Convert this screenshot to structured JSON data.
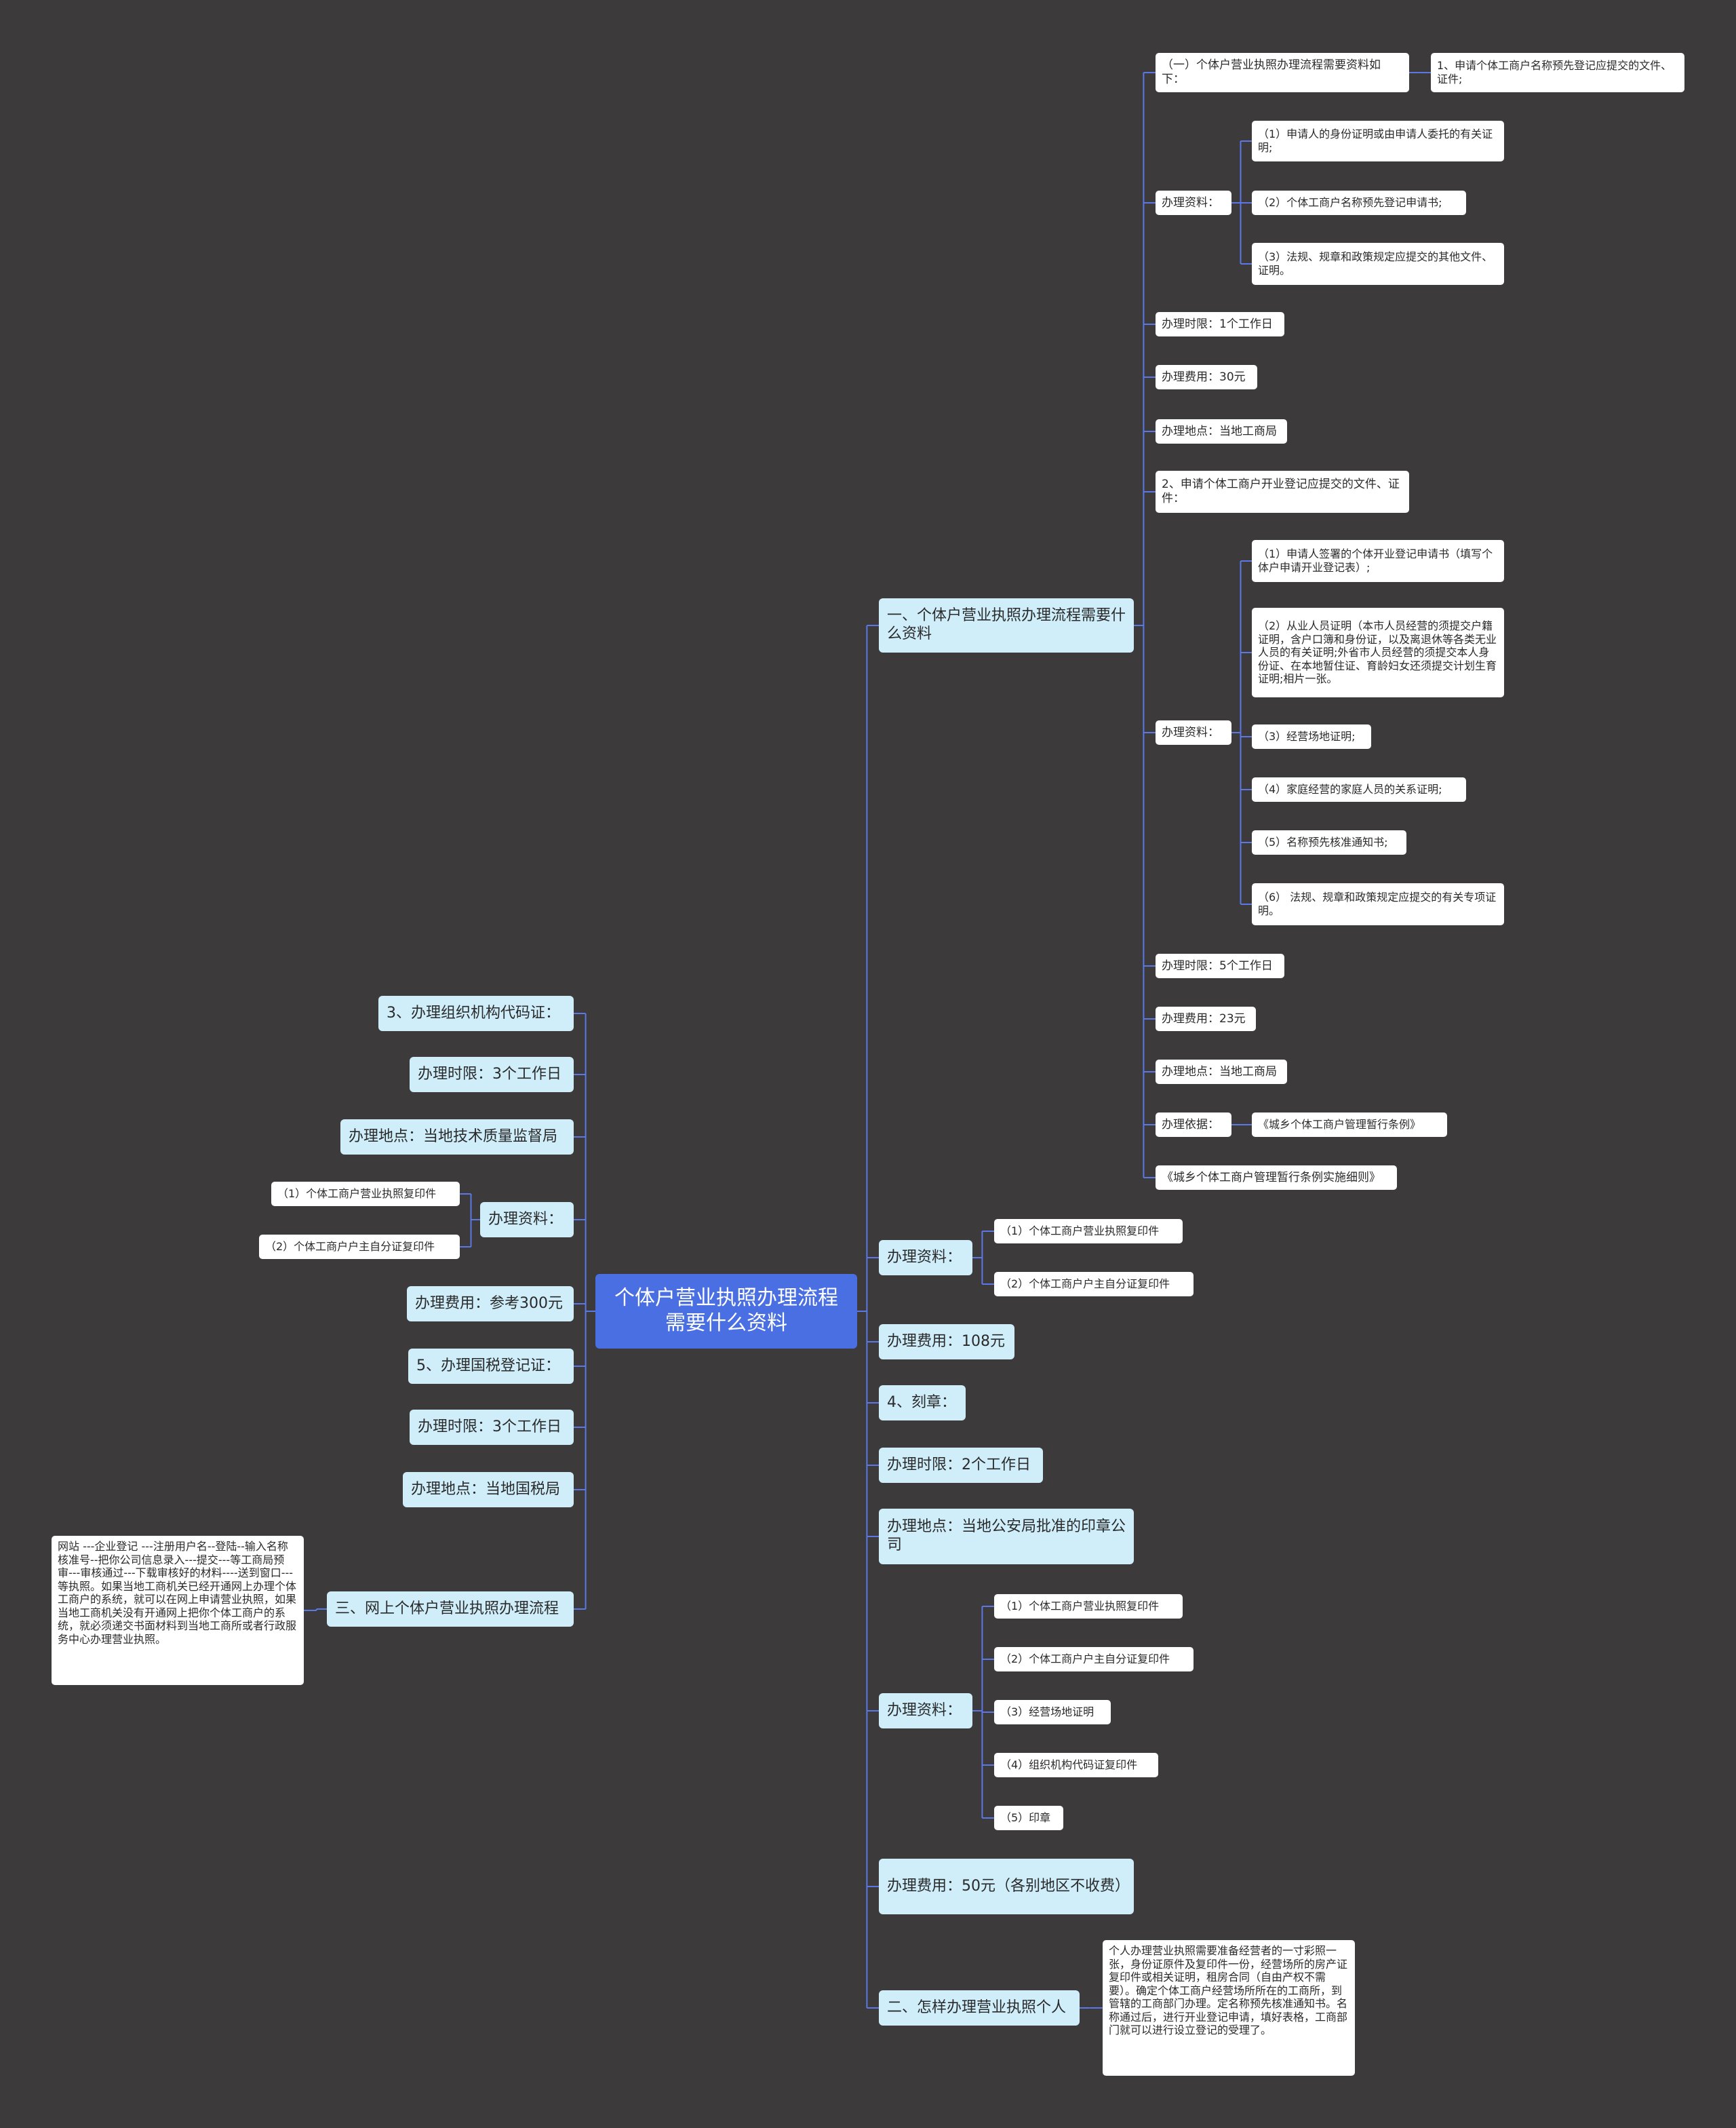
{
  "diagram": {
    "type": "mind-map",
    "colors": {
      "background": "#3c3a3b",
      "root": "#4a6fe3",
      "branch": "#cfeefa",
      "leaf": "#ffffff",
      "edge": "#5b78e6"
    },
    "root": {
      "id": "root",
      "text": "个体户营业执照办理流程需要什么资料"
    },
    "nodes": [
      {
        "id": "r1",
        "parent": "root",
        "text": "一、个体户营业执照办理流程需要什么资料"
      },
      {
        "id": "r1a",
        "parent": "r1",
        "text": "（一）个体户营业执照办理流程需要资料如下："
      },
      {
        "id": "r1a1",
        "parent": "r1a",
        "text": "1、申请个体工商户名称预先登记应提交的文件、证件;"
      },
      {
        "id": "r1b",
        "parent": "r1",
        "text": "办理资料："
      },
      {
        "id": "r1b1",
        "parent": "r1b",
        "text": "（1）申请人的身份证明或由申请人委托的有关证明;"
      },
      {
        "id": "r1b2",
        "parent": "r1b",
        "text": "（2）个体工商户名称预先登记申请书;"
      },
      {
        "id": "r1b3",
        "parent": "r1b",
        "text": "（3）法规、规章和政策规定应提交的其他文件、证明。"
      },
      {
        "id": "r1c",
        "parent": "r1",
        "text": "办理时限：1个工作日"
      },
      {
        "id": "r1d",
        "parent": "r1",
        "text": "办理费用：30元"
      },
      {
        "id": "r1e",
        "parent": "r1",
        "text": "办理地点：当地工商局"
      },
      {
        "id": "r1f",
        "parent": "r1",
        "text": "2、申请个体工商户开业登记应提交的文件、证件："
      },
      {
        "id": "r1g",
        "parent": "r1",
        "text": "办理资料："
      },
      {
        "id": "r1g1",
        "parent": "r1g",
        "text": "（1）申请人签署的个体开业登记申请书（填写个体户申请开业登记表）;"
      },
      {
        "id": "r1g2",
        "parent": "r1g",
        "text": "（2）从业人员证明（本市人员经营的须提交户籍证明，含户口簿和身份证，以及离退休等各类无业人员的有关证明;外省市人员经营的须提交本人身份证、在本地暂住证、育龄妇女还须提交计划生育证明;相片一张。"
      },
      {
        "id": "r1g3",
        "parent": "r1g",
        "text": "（3）经营场地证明;"
      },
      {
        "id": "r1g4",
        "parent": "r1g",
        "text": "（4）家庭经营的家庭人员的关系证明;"
      },
      {
        "id": "r1g5",
        "parent": "r1g",
        "text": "（5）名称预先核准通知书;"
      },
      {
        "id": "r1g6",
        "parent": "r1g",
        "text": "（6） 法规、规章和政策规定应提交的有关专项证明。"
      },
      {
        "id": "r1h",
        "parent": "r1",
        "text": "办理时限：5个工作日"
      },
      {
        "id": "r1i",
        "parent": "r1",
        "text": "办理费用：23元"
      },
      {
        "id": "r1j",
        "parent": "r1",
        "text": "办理地点：当地工商局"
      },
      {
        "id": "r1k",
        "parent": "r1",
        "text": "办理依据："
      },
      {
        "id": "r1k1",
        "parent": "r1k",
        "text": "《城乡个体工商户管理暂行条例》"
      },
      {
        "id": "r1l",
        "parent": "r1",
        "text": "《城乡个体工商户管理暂行条例实施细则》"
      },
      {
        "id": "r2",
        "parent": "root",
        "text": "办理资料："
      },
      {
        "id": "r2a",
        "parent": "r2",
        "text": "（1）个体工商户营业执照复印件"
      },
      {
        "id": "r2b",
        "parent": "r2",
        "text": "（2）个体工商户户主自分证复印件"
      },
      {
        "id": "r3",
        "parent": "root",
        "text": "办理费用：108元"
      },
      {
        "id": "r4",
        "parent": "root",
        "text": "4、刻章："
      },
      {
        "id": "r5",
        "parent": "root",
        "text": "办理时限：2个工作日"
      },
      {
        "id": "r6",
        "parent": "root",
        "text": "办理地点：当地公安局批准的印章公司"
      },
      {
        "id": "r7",
        "parent": "root",
        "text": "办理资料："
      },
      {
        "id": "r7a",
        "parent": "r7",
        "text": "（1）个体工商户营业执照复印件"
      },
      {
        "id": "r7b",
        "parent": "r7",
        "text": "（2）个体工商户户主自分证复印件"
      },
      {
        "id": "r7c",
        "parent": "r7",
        "text": "（3）经营场地证明"
      },
      {
        "id": "r7d",
        "parent": "r7",
        "text": "（4）组织机构代码证复印件"
      },
      {
        "id": "r7e",
        "parent": "r7",
        "text": "（5）印章"
      },
      {
        "id": "r8",
        "parent": "root",
        "text": "办理费用：50元（各别地区不收费）"
      },
      {
        "id": "r9",
        "parent": "root",
        "text": "二、怎样办理营业执照个人"
      },
      {
        "id": "r9a",
        "parent": "r9",
        "text": "个人办理营业执照需要准备经营者的一寸彩照一张，身份证原件及复印件一份，经营场所的房产证复印件或相关证明，租房合同（自由产权不需要）。确定个体工商户经营场所所在的工商所，到管辖的工商部门办理。定名称预先核准通知书。名称通过后，进行开业登记申请，填好表格，工商部门就可以进行设立登记的受理了。"
      },
      {
        "id": "l1",
        "parent": "root",
        "text": "3、办理组织机构代码证："
      },
      {
        "id": "l2",
        "parent": "root",
        "text": "办理时限：3个工作日"
      },
      {
        "id": "l3",
        "parent": "root",
        "text": "办理地点：当地技术质量监督局"
      },
      {
        "id": "l4",
        "parent": "root",
        "text": "办理资料："
      },
      {
        "id": "l4a",
        "parent": "l4",
        "text": "（1）个体工商户营业执照复印件"
      },
      {
        "id": "l4b",
        "parent": "l4",
        "text": "（2）个体工商户户主自分证复印件"
      },
      {
        "id": "l5",
        "parent": "root",
        "text": "办理费用：参考300元"
      },
      {
        "id": "l6",
        "parent": "root",
        "text": "5、办理国税登记证："
      },
      {
        "id": "l7",
        "parent": "root",
        "text": "办理时限：3个工作日"
      },
      {
        "id": "l8",
        "parent": "root",
        "text": "办理地点：当地国税局"
      },
      {
        "id": "l9",
        "parent": "root",
        "text": "三、网上个体户营业执照办理流程"
      },
      {
        "id": "l9a",
        "parent": "l9",
        "text": "网站 ---企业登记 ---注册用户名--登陆--输入名称核准号--把你公司信息录入---提交---等工商局预审---审核通过---下载审核好的材料----送到窗口---等执照。如果当地工商机关已经开通网上办理个体工商户的系统，就可以在网上申请营业执照，如果当地工商机关没有开通网上把你个体工商户的系统，就必须递交书面材料到当地工商所或者行政服务中心办理营业执照。"
      }
    ]
  }
}
